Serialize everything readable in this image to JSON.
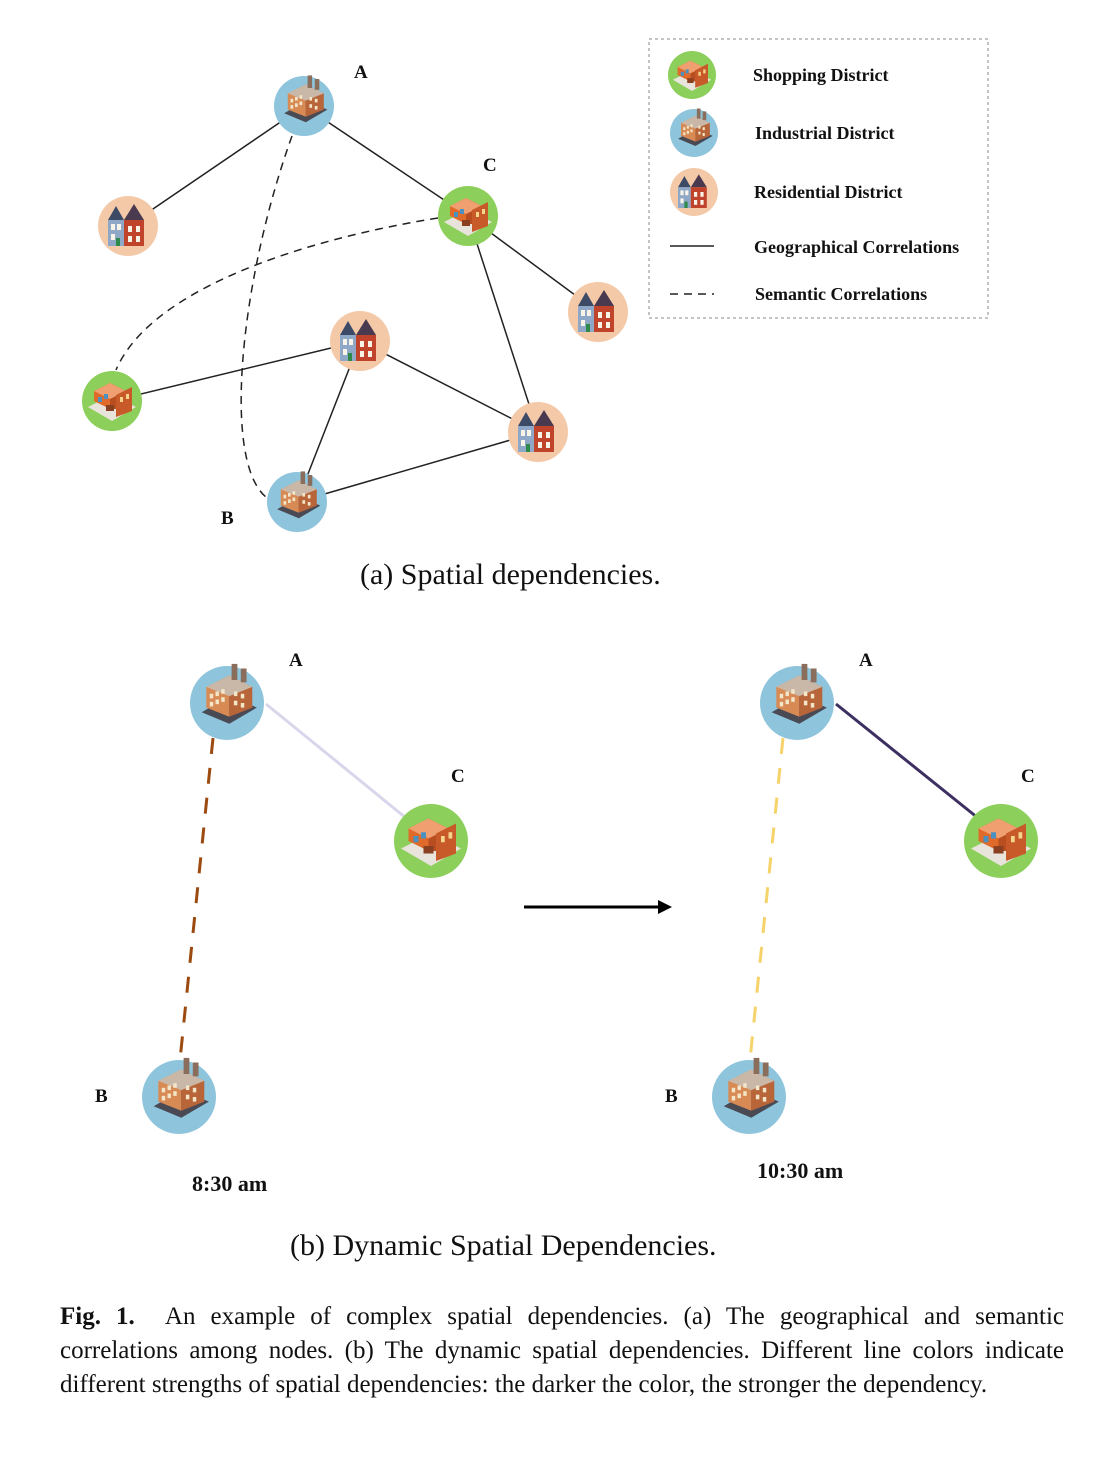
{
  "panel_a": {
    "caption": "(a) Spatial dependencies.",
    "node_labels": {
      "A": "A",
      "B": "B",
      "C": "C"
    },
    "legend": {
      "shopping": "Shopping District",
      "industrial": "Industrial District",
      "residential": "Residential District",
      "geographical": "Geographical Correlations",
      "semantic": "Semantic Correlations"
    }
  },
  "panel_b": {
    "caption": "(b) Dynamic Spatial Dependencies.",
    "left": {
      "label_A": "A",
      "label_B": "B",
      "label_C": "C",
      "time": "8:30 am"
    },
    "right": {
      "label_A": "A",
      "label_B": "B",
      "label_C": "C",
      "time": "10:30 am"
    }
  },
  "colors": {
    "shopping_ring": "#8ccf5a",
    "industrial_ring": "#8ec5dc",
    "residential_ring": "#f3c9a8",
    "edge_8_30_AC": "#d9d6ec",
    "edge_8_30_AB": "#9c4a10",
    "edge_10_30_AC": "#3e2f63",
    "edge_10_30_AB": "#f6d36a"
  },
  "figure_caption": {
    "label": "Fig. 1.",
    "text": "An example of complex spatial dependencies. (a) The geographical and semantic correlations among nodes. (b) The dynamic spatial dependencies. Different line colors indicate different strengths of spatial dependencies: the darker the color, the stronger the dependency."
  }
}
